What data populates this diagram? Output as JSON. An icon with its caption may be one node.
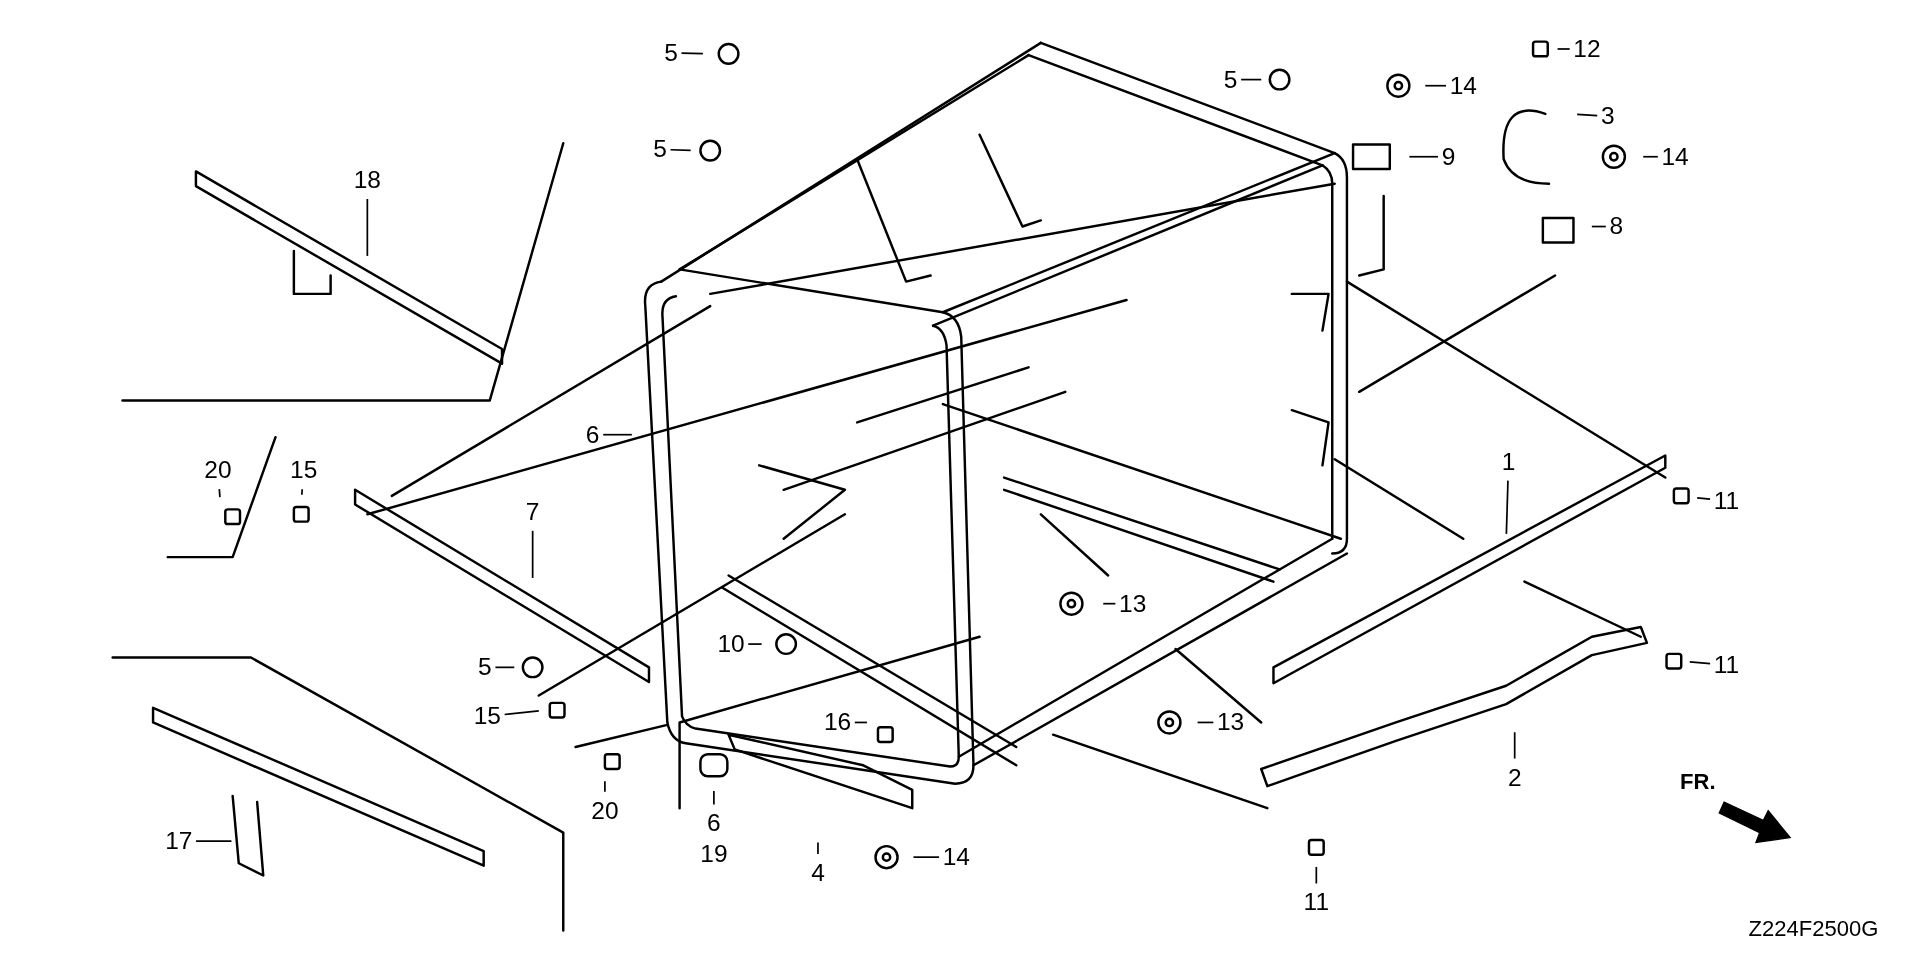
{
  "diagram": {
    "nodes": [
      {
        "text": [
          "5"
        ]
      },
      {
        "text": [
          "12"
        ]
      },
      {
        "text": [
          "5"
        ]
      },
      {
        "text": [
          "14"
        ]
      },
      {
        "text": [
          "3"
        ]
      },
      {
        "text": [
          "5"
        ]
      },
      {
        "text": [
          "9"
        ]
      },
      {
        "text": [
          "14"
        ]
      },
      {
        "text": [
          "18"
        ]
      },
      {
        "text": [
          "8"
        ]
      },
      {
        "text": [
          "6"
        ]
      },
      {
        "text": [
          "1"
        ]
      },
      {
        "text": [
          "20"
        ]
      },
      {
        "text": [
          "15"
        ]
      },
      {
        "text": [
          "11"
        ]
      },
      {
        "text": [
          "7"
        ]
      },
      {
        "text": [
          "13"
        ]
      },
      {
        "text": [
          "10"
        ]
      },
      {
        "text": [
          "5"
        ]
      },
      {
        "text": [
          "11"
        ]
      },
      {
        "text": [
          "15"
        ]
      },
      {
        "text": [
          "16"
        ]
      },
      {
        "text": [
          "13"
        ]
      },
      {
        "text": [
          "2"
        ]
      },
      {
        "text": [
          "20"
        ]
      },
      {
        "text": [
          "17"
        ]
      },
      {
        "text": [
          "6",
          "19"
        ]
      },
      {
        "text": [
          "4"
        ]
      },
      {
        "text": [
          "14"
        ]
      },
      {
        "text": [
          "11"
        ]
      }
    ],
    "edges": [
      {
        "from": 0,
        "to": null,
        "arrow": "none"
      },
      {
        "from": 1,
        "to": null,
        "arrow": "none"
      },
      {
        "from": 2,
        "to": null,
        "arrow": "none"
      },
      {
        "from": 3,
        "to": null,
        "arrow": "none"
      },
      {
        "from": 4,
        "to": null,
        "arrow": "none"
      },
      {
        "from": 5,
        "to": null,
        "arrow": "none"
      },
      {
        "from": 6,
        "to": null,
        "arrow": "none"
      },
      {
        "from": 7,
        "to": null,
        "arrow": "none"
      },
      {
        "from": 8,
        "to": null,
        "arrow": "none"
      },
      {
        "from": 9,
        "to": null,
        "arrow": "none"
      },
      {
        "from": 10,
        "to": null,
        "arrow": "none"
      },
      {
        "from": 11,
        "to": null,
        "arrow": "none"
      },
      {
        "from": 12,
        "to": null,
        "arrow": "none"
      },
      {
        "from": 13,
        "to": null,
        "arrow": "none"
      },
      {
        "from": 14,
        "to": null,
        "arrow": "none"
      },
      {
        "from": 15,
        "to": null,
        "arrow": "none"
      },
      {
        "from": 16,
        "to": null,
        "arrow": "none"
      },
      {
        "from": 17,
        "to": null,
        "arrow": "none"
      },
      {
        "from": 18,
        "to": null,
        "arrow": "none"
      },
      {
        "from": 19,
        "to": null,
        "arrow": "none"
      },
      {
        "from": 20,
        "to": null,
        "arrow": "none"
      },
      {
        "from": 21,
        "to": null,
        "arrow": "none"
      },
      {
        "from": 22,
        "to": null,
        "arrow": "none"
      },
      {
        "from": 23,
        "to": null,
        "arrow": "none"
      },
      {
        "from": 24,
        "to": null,
        "arrow": "none"
      },
      {
        "from": 25,
        "to": null,
        "arrow": "none"
      },
      {
        "from": 26,
        "to": null,
        "arrow": "none"
      },
      {
        "from": 27,
        "to": null,
        "arrow": "none"
      },
      {
        "from": 28,
        "to": null,
        "arrow": "none"
      },
      {
        "from": 29,
        "to": null,
        "arrow": "none"
      }
    ],
    "labels": [
      "FR.",
      "Z224F2500G"
    ]
  }
}
